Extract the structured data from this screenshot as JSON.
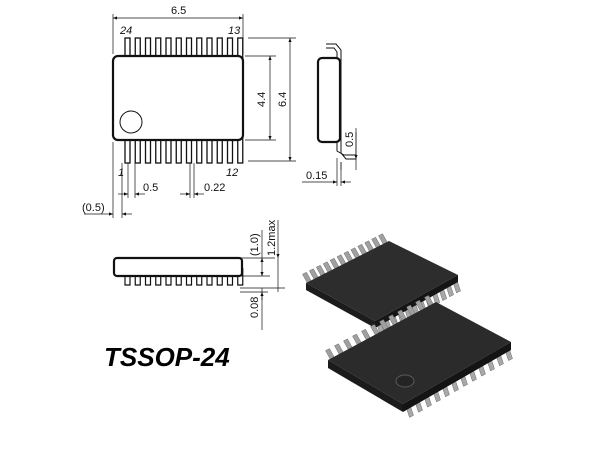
{
  "package_name": "TSSOP-24",
  "pins": {
    "first": "1",
    "last_bottom": "12",
    "first_top": "13",
    "last": "24"
  },
  "dimensions": {
    "body_length": "6.5",
    "overall_width": "6.4",
    "body_width": "4.4",
    "pitch": "0.5",
    "lead_width": "0.22",
    "end_offset": "(0.5)",
    "lead_thickness": "0.15",
    "foot_length": "0.5",
    "body_height": "(1.0)",
    "max_height": "1.2max",
    "standoff": "0.08"
  },
  "colors": {
    "line": "#111111",
    "chip_body": "#2b2b2b",
    "chip_lead": "#9a9a9a"
  }
}
